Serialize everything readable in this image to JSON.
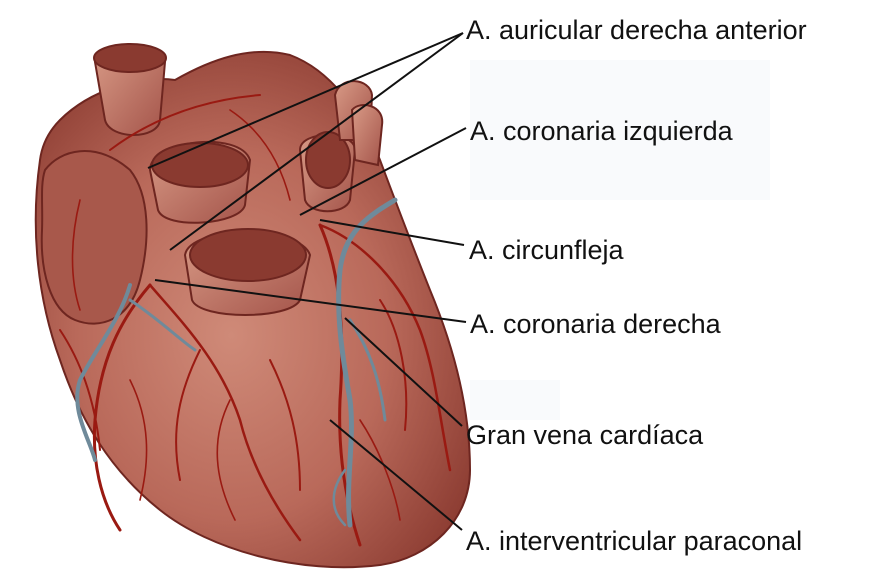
{
  "labels": [
    "A. auricular derecha anterior",
    "A. coronaria izquierda",
    "A. circunfleja",
    "A. coronaria derecha",
    "Gran vena cardíaca",
    "A. interventricular paraconal"
  ],
  "colors": {
    "background": "#ffffff",
    "heart_muscle": "#b9695a",
    "heart_dark": "#7d2a22",
    "artery": "#9a1a12",
    "vein": "#6f8a9a",
    "leader_line": "#111111",
    "label_text": "#111111"
  }
}
